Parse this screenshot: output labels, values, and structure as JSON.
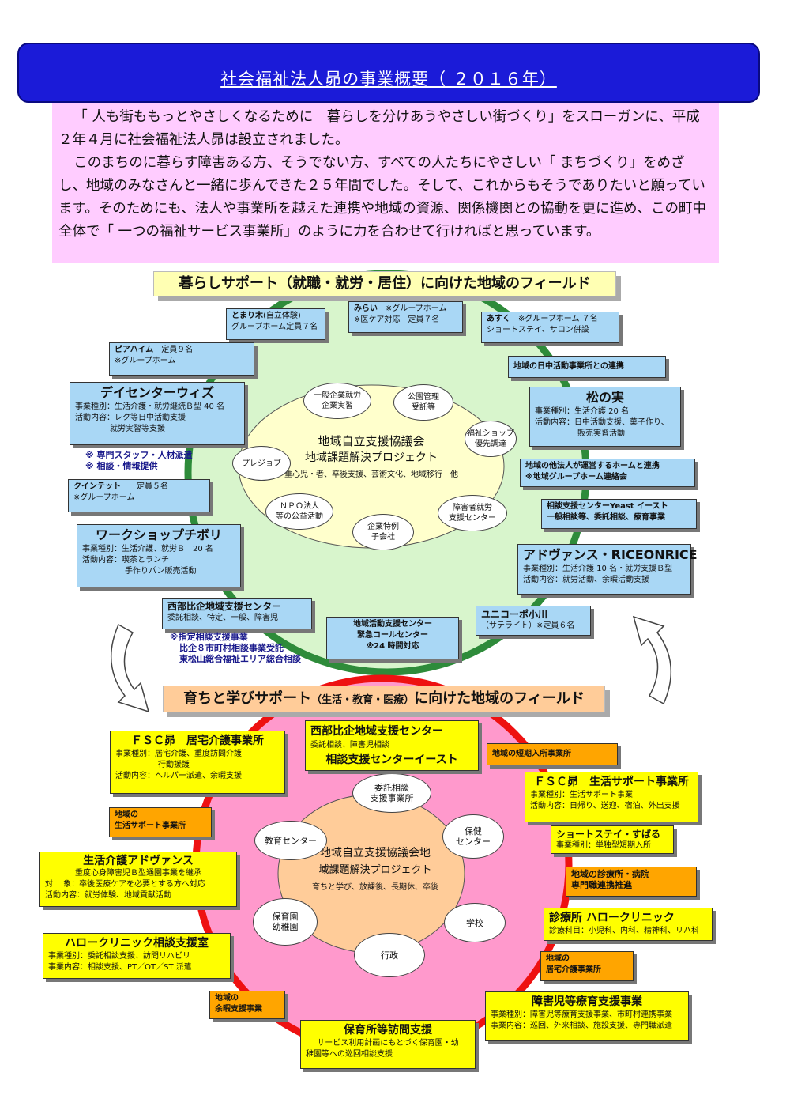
{
  "title": "社会福祉法人昴の事業概要（ ２０１６年）",
  "intro": {
    "p1": "「 人も街ももっとやさしくなるために　暮らしを分けあうやさしい街づくり」をスローガンに、平成２年４月に社会福祉法人昴は設立されました。",
    "p2": "このまちのに暮らす障害ある方、そうでない方、すべての人たちにやさしい「 まちづくり」をめざし、地域のみなさんと一緒に歩んできた２５年間でした。そして、これからもそうでありたいと願っています。そのためにも、法人や事業所を越えた連携や地域の資源、関係機関との協動を更に進め、この町中全体で「 一つの福祉サービス事業所」のように力を合わせて行ければと思っています。"
  },
  "section1": {
    "heading": "暮らしサポート（就職・就労・居住）に向けた地域のフィールド",
    "center": {
      "title": "地域自立支援協議会",
      "subtitle": "地域課題解決プロジェクト",
      "items": "重心児・者、卒後支援、芸術文化、地域移行　他"
    },
    "bubbles": [
      "一般企業就労\n企業実習",
      "公園管理\n受託等",
      "福祉ショップ\n優先調達",
      "プレジョブ",
      "障害者就労\n支援センター",
      "ＮＰＯ法人\n等の公益活動",
      "企業特例\n子会社"
    ],
    "boxes": {
      "mirai": {
        "name": "みらい",
        "l1": "※グループホーム",
        "l2": "※医ケア対応　定員７名"
      },
      "tomarigi": {
        "name": "とまり木",
        "l1": "(自立体験)",
        "l2": "グループホーム定員７名"
      },
      "asuku": {
        "name": "あすく",
        "l1": "※グループホーム ７名",
        "l2": "ショートステイ、サロン併設"
      },
      "piahaimu": {
        "name": "ピアハイム",
        "l1": "定員９名",
        "l2": "※グループホーム"
      },
      "nicchu": {
        "name": "地域の日中活動事業所との連携"
      },
      "daycenter": {
        "name": "デイセンターウィズ",
        "l1": "事業種別：生活介護・就労継続Ｂ型 40 名",
        "l2": "活動内容：レク等日中活動支援",
        "l3": "就労実習等支援"
      },
      "matsunomi": {
        "name": "松の実",
        "l1": "事業種別：生活介護 20 名",
        "l2": "活動内容：日中活動支援、菓子作り、",
        "l3": "販売実習活動"
      },
      "staff_note": {
        "l1": "※ 専門スタッフ・人材派遣",
        "l2": "※ 相談・情報提供"
      },
      "tahoujin": {
        "l1": "地域の他法人が運営するホームと連携",
        "l2": "※地域グループホーム連絡会"
      },
      "quintet": {
        "name": "クインテット",
        "l1": "定員５名",
        "l2": "※グループホーム"
      },
      "soudan": {
        "l1": "相談支援センターYeast イースト",
        "l2": "一般相談等、委託相談、療育事業"
      },
      "workshop": {
        "name": "ワークショップチボリ",
        "l1": "事業種別：生活介護、就労Ｂ　20 名",
        "l2": "活動内容：喫茶とランチ",
        "l3": "手作りパン販売活動"
      },
      "advance": {
        "name": "アドヴァンス・RICEONRICE",
        "l1": "事業種別：生活介護 10 名・就労支援Ｂ型",
        "l2": "活動内容：就労活動、余暇活動支援"
      },
      "seibu": {
        "name": "西部比企地域支援センター",
        "l1": "委託相談、特定、一般、障害児"
      },
      "unicorn": {
        "name": "ユニコーポ小川",
        "l1": "（サテライト）※定員６名"
      },
      "chiiki_katsudo": {
        "l1": "地域活動支援センター",
        "l2": "緊急コールセンター",
        "l3": "※24 時間対応"
      },
      "shitei_note": {
        "l1": "※指定相談支援事業",
        "l2": "比企８市町村相談事業受託",
        "l3": "東松山総合福祉エリア総合相談"
      }
    }
  },
  "section2": {
    "heading_a": "育ちと学びサポート",
    "heading_b": "（生活・教育・医療）",
    "heading_c": "に向けた地域のフィールド",
    "center": {
      "title": "地域自立支援協議会地",
      "subtitle": "域課題解決プロジェクト",
      "items": "育ちと学び、放課後、長期休、卒後"
    },
    "bubbles": [
      "委託相談\n支援事業所",
      "教育センター",
      "保健\nセンター",
      "保育園\n幼稚園",
      "学校",
      "行政"
    ],
    "boxes": {
      "seibu2": {
        "name": "西部比企地域支援センター",
        "l1": "委託相談、障害児相談",
        "l2": "相談支援センターイースト"
      },
      "fsc_kyotaku": {
        "name": "ＦＳＣ昴　居宅介護事業所",
        "l1": "事業種別：居宅介護、重度訪問介護",
        "l2": "行動援護",
        "l3": "活動内容：ヘルパー派遣、余暇支援"
      },
      "tanki": {
        "name": "地域の短期入所事業所"
      },
      "fsc_seikatsu": {
        "name": "ＦＳＣ昴　生活サポート事業所",
        "l1": "事業種別：生活サポート事業",
        "l2": "活動内容：日帰り、送迎、宿泊、外出支援"
      },
      "chiiki_seikatsu": {
        "l1": "地域の",
        "l2": "生活サポート事業所"
      },
      "shortstay": {
        "name": "ショートステイ・すばる",
        "l1": "事業種別：単独型短期入所"
      },
      "seikatsu_advance": {
        "name": "生活介護アドヴァンス",
        "l1": "重度心身障害児Ｂ型通園事業を継承",
        "l2": "対　 象：卒後医療ケアを必要とする方へ対応",
        "l3": "活動内容：就労体験、地域貢献活動"
      },
      "shinryo": {
        "l1": "地域の診療所・病院",
        "l2": "専門職連携推進"
      },
      "hello_clinic": {
        "name": "診療所 ハロークリニック",
        "l1": "診療科目：小児科、内科、精神科、リハ科"
      },
      "hello_soudan": {
        "name": "ハロークリニック相談支援室",
        "l1": "事業種別：委託相談支援、訪問リハビリ",
        "l2": "事業内容：相談支援、PT／OT／ST 派遣"
      },
      "kyotaku_chiiki": {
        "l1": "地域の",
        "l2": "居宅介護事業所"
      },
      "yoka": {
        "l1": "地域の",
        "l2": "余暇支援事業"
      },
      "ryoiku": {
        "name": "障害児等療育支援事業",
        "l1": "事業種別：障害児等療育支援事業、市町村連携事業",
        "l2": "事業内容：巡回、外来相談、施設支援、専門職派遣"
      },
      "hoikusho": {
        "name": "保育所等訪問支援",
        "l1": "サービス利用計画にもとづく保育園・幼",
        "l2": "稚園等への巡回相談支援"
      }
    }
  },
  "colors": {
    "title_bg": "#1b1bd8",
    "intro_bg": "#ffccff",
    "ring1": "#2e8b3a",
    "field1": "#d8f5cc",
    "center1": "#ffffcc",
    "ring2": "#ee1111",
    "field2": "#ff99cc",
    "center2": "#ffcc99",
    "blue_box": "#a9d7f5",
    "yellow_box": "#ffff00",
    "orange_box": "#ffa500"
  }
}
